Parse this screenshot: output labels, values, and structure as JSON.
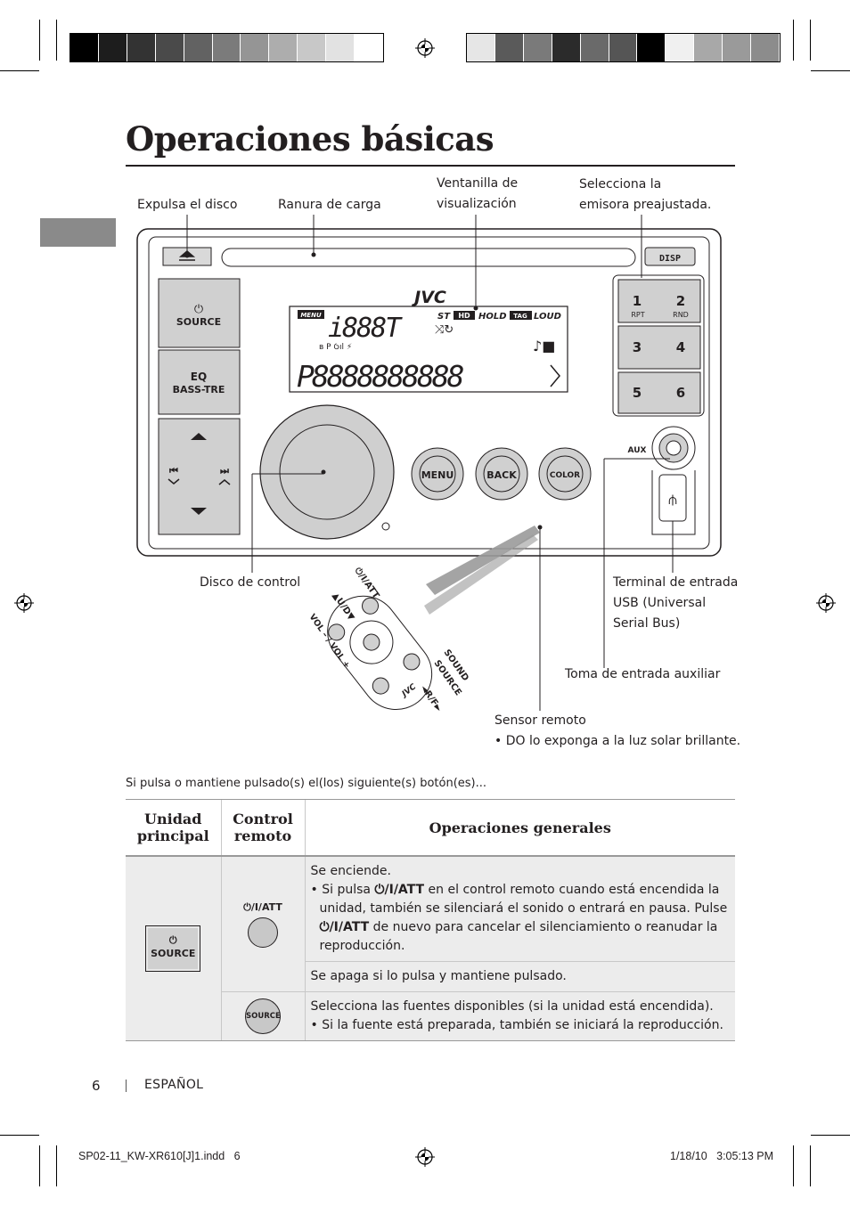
{
  "page": {
    "title": "Operaciones básicas",
    "page_number": "6",
    "language": "ESPAÑOL",
    "slug_file": "SP02-11_KW-XR610[J]1.indd   6",
    "slug_date": "1/18/10   3:05:13 PM"
  },
  "colors": {
    "swatches_left": [
      "#000000",
      "#1d1d1d",
      "#333333",
      "#4a4a4a",
      "#626262",
      "#7b7b7b",
      "#959595",
      "#adadad",
      "#c8c8c8",
      "#e2e2e2",
      "#ffffff"
    ],
    "swatches_right": [
      "#e6e6e6",
      "#5a5a5a",
      "#7a7a7a",
      "#2b2b2b",
      "#6a6a6a",
      "#555555",
      "#000000",
      "#f0f0f0",
      "#a8a8a8",
      "#9a9a9a",
      "#8c8c8c"
    ]
  },
  "callouts": {
    "eject": "Expulsa el disco",
    "slot": "Ranura de carga",
    "display_1": "Ventanilla de",
    "display_2": "visualización",
    "preset_1": "Selecciona la",
    "preset_2": "emisora preajustada.",
    "control_dial": "Disco de control",
    "usb_1": "Terminal de entrada",
    "usb_2": "USB (Universal",
    "usb_3": "Serial Bus)",
    "aux": "Toma de entrada auxiliar",
    "sensor_1": "Sensor remoto",
    "sensor_2": "• DO lo exponga a la luz solar brillante."
  },
  "unit": {
    "brand": "JVC",
    "disp": "DISP",
    "source_btn": "SOURCE",
    "eq_btn": "EQ",
    "bass_btn": "BASS-TRE",
    "menu_btn": "MENU",
    "back_btn": "BACK",
    "color_btn": "COLOR",
    "aux_label": "AUX",
    "presets": [
      {
        "a": "1",
        "b": "2",
        "sa": "RPT",
        "sb": "RND"
      },
      {
        "a": "3",
        "b": "4",
        "sa": "",
        "sb": ""
      },
      {
        "a": "5",
        "b": "6",
        "sa": "",
        "sb": ""
      }
    ],
    "lcd_menu": "MENU",
    "lcd_st": "ST",
    "lcd_hd": "HD",
    "lcd_hold": "HOLD",
    "lcd_tag": "TAG",
    "lcd_loud": "LOUD",
    "lcd_seg_top": "i888T",
    "lcd_seg_main": "P8888888888"
  },
  "remote": {
    "power": "⏻/I/ATT",
    "ud": "▲U/D▼",
    "vol": "VOL – / VOL +",
    "sound": "SOUND",
    "source": "SOURCE",
    "rf": "◄R/F►"
  },
  "intro": "Si pulsa o mantiene pulsado(s) el(los) siguiente(s) botón(es)...",
  "table": {
    "h_unit_1": "Unidad",
    "h_unit_2": "principal",
    "h_remote_1": "Control",
    "h_remote_2": "remoto",
    "h_ops": "Operaciones generales",
    "unit_btn_label": "SOURCE",
    "remote_btn1_label": "⏻/I/ATT",
    "remote_btn2_label": "SOURCE",
    "row1_line1": "Se enciende.",
    "row1_b_pre": "Si pulsa ",
    "row1_b_key1": "⏻/I/ATT",
    "row1_b_mid": " en el control remoto cuando está encendida la unidad, también se silenciará el sonido o entrará en pausa. Pulse ",
    "row1_b_key2": "⏻/I/ATT",
    "row1_b_post": " de nuevo para cancelar el silenciamiento o reanudar la reproducción.",
    "row2": "Se apaga si lo pulsa y mantiene pulsado.",
    "row3_line1": "Selecciona las fuentes disponibles (si la unidad está encendida).",
    "row3_bullet": "Si la fuente está preparada, también se iniciará la reproducción."
  }
}
